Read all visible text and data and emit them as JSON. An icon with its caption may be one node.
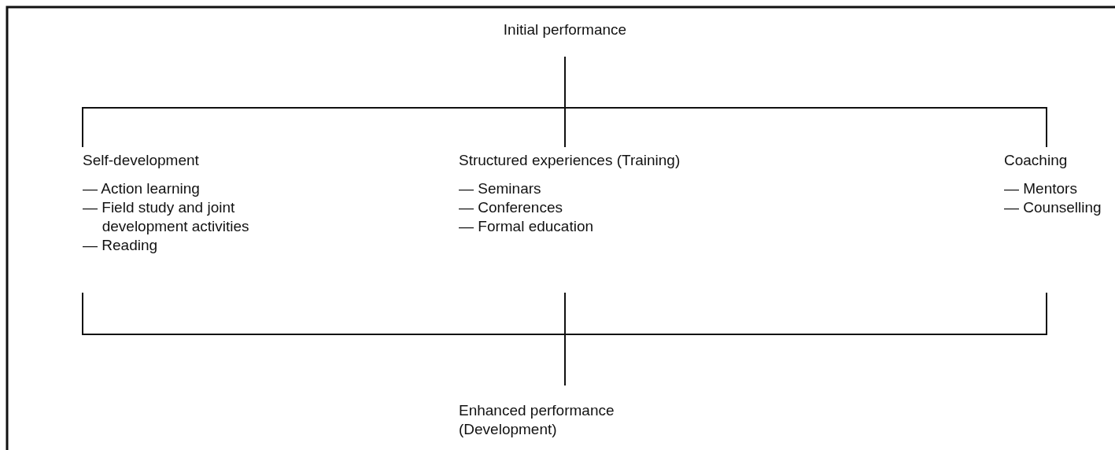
{
  "diagram": {
    "nodes": [
      {
        "text": [
          "Initial performance"
        ]
      },
      {
        "text": [
          "Self-development",
          "— Action learning",
          "— Field study and joint development activities",
          "— Reading"
        ]
      },
      {
        "text": [
          "Structured experiences (Training)",
          "— Seminars",
          "— Conferences",
          "— Formal education"
        ]
      },
      {
        "text": [
          "Coaching",
          "— Mentors",
          "— Counselling"
        ]
      },
      {
        "text": [
          "Enhanced performance (Development)"
        ]
      }
    ],
    "edges": [
      {
        "from": 0,
        "to": 1,
        "arrow": "none"
      },
      {
        "from": 0,
        "to": 2,
        "arrow": "none"
      },
      {
        "from": 0,
        "to": 3,
        "arrow": "none"
      },
      {
        "from": 1,
        "to": 4,
        "arrow": "none"
      },
      {
        "from": 2,
        "to": 4,
        "arrow": "none"
      },
      {
        "from": 3,
        "to": 4,
        "arrow": "none"
      }
    ]
  }
}
